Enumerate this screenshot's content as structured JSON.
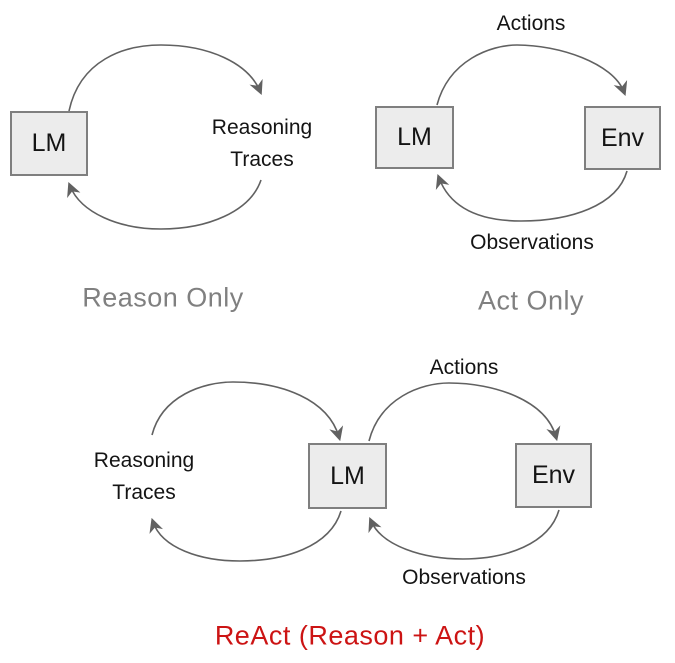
{
  "figure": {
    "colors": {
      "box_fill": "#ececec",
      "box_border": "#7f7f7f",
      "arrow": "#616161",
      "label_text": "#141414",
      "caption_gray": "#808080",
      "caption_red": "#cc1414"
    },
    "panels": {
      "reason_only": {
        "caption": "Reason Only",
        "lm_label": "LM",
        "trace_lines": [
          "Reasoning",
          "Traces"
        ]
      },
      "act_only": {
        "caption": "Act Only",
        "lm_label": "LM",
        "env_label": "Env",
        "top_label": "Actions",
        "bottom_label": "Observations"
      },
      "react": {
        "caption": "ReAct (Reason + Act)",
        "lm_label": "LM",
        "env_label": "Env",
        "trace_lines": [
          "Reasoning",
          "Traces"
        ],
        "top_label": "Actions",
        "bottom_label": "Observations"
      }
    }
  }
}
